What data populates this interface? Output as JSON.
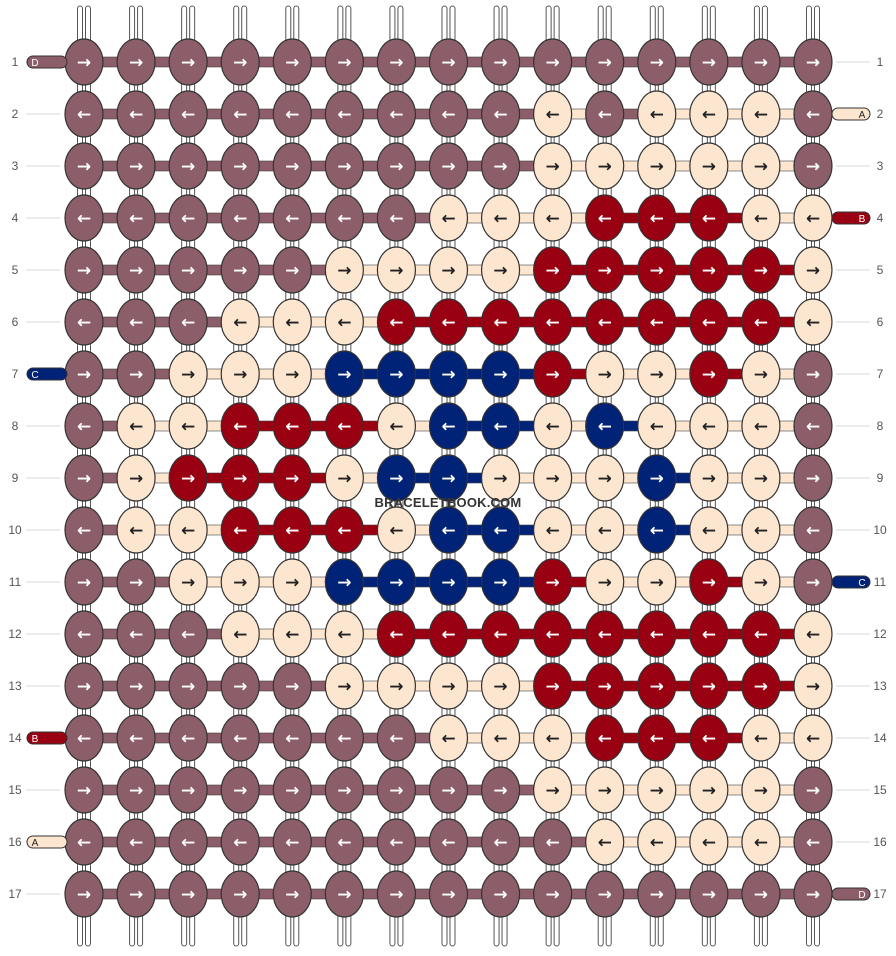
{
  "watermark": "BRACELETBOOK.COM",
  "colors": {
    "A": "#fde6d0",
    "B": "#990011",
    "C": "#002277",
    "D": "#8c5e6a"
  },
  "row_numbers": [
    "1",
    "2",
    "3",
    "4",
    "5",
    "6",
    "7",
    "8",
    "9",
    "10",
    "11",
    "12",
    "13",
    "14",
    "15",
    "16",
    "17"
  ],
  "strand_labels": {
    "left": [
      {
        "row": 1,
        "label": "D",
        "color": "D"
      },
      {
        "row": 7,
        "label": "C",
        "color": "C"
      },
      {
        "row": 14,
        "label": "B",
        "color": "B"
      },
      {
        "row": 16,
        "label": "A",
        "color": "A"
      }
    ],
    "right": [
      {
        "row": 2,
        "label": "A",
        "color": "A"
      },
      {
        "row": 4,
        "label": "B",
        "color": "B"
      },
      {
        "row": 11,
        "label": "C",
        "color": "C"
      },
      {
        "row": 17,
        "label": "D",
        "color": "D"
      }
    ]
  },
  "knot_rows": [
    "DDDDDDDDDDDDDDD",
    "DDDDDDDDDADAAAD",
    "DDDDDDDDDAAAAAD",
    "DDDDDDDAAABBBAA",
    "DDDDDAAAABBBBBA",
    "DDDAAABBBBBBBBA",
    "DDAAACCCCBAABAD",
    "DAABBBACCACAAAD",
    "DABBBACCAAACAAD",
    "DAABBBACCAACAAD",
    "DDAAACCCCBAABAD",
    "DDDAAABBBBBBBBA",
    "DDDDDAAAABBBBBA",
    "DDDDDDDAAABBBAA",
    "DDDDDDDDDAAAAAD",
    "DDDDDDDDDDAAAAD",
    "DDDDDDDDDDDDDDD"
  ],
  "knot_directions": [
    "RRRRRRRRRRRRRRR",
    "LLLLLLLLLLLLLLL",
    "RRRRRRRRRRRRRRR",
    "LLLLLLLLLLLLLLL",
    "RRRRRRRRRRRRRRR",
    "LLLLLLLLLLLLLLL",
    "RRRRRRRRRRRRRRR",
    "LLLLLLLLLLLLLLL",
    "RRRRRRRRRRRRRRR",
    "LLLLLLLLLLLLLLL",
    "RRRRRRRRRRRRRRR",
    "LLLLLLLLLLLLLLL",
    "RRRRRRRRRRRRRRR",
    "LLLLLLLLLLLLLLL",
    "RRRRRRRRRRRRRRR",
    "LLLLLLLLLLLLLLL",
    "RRRRRRRRRRRRRRR"
  ]
}
